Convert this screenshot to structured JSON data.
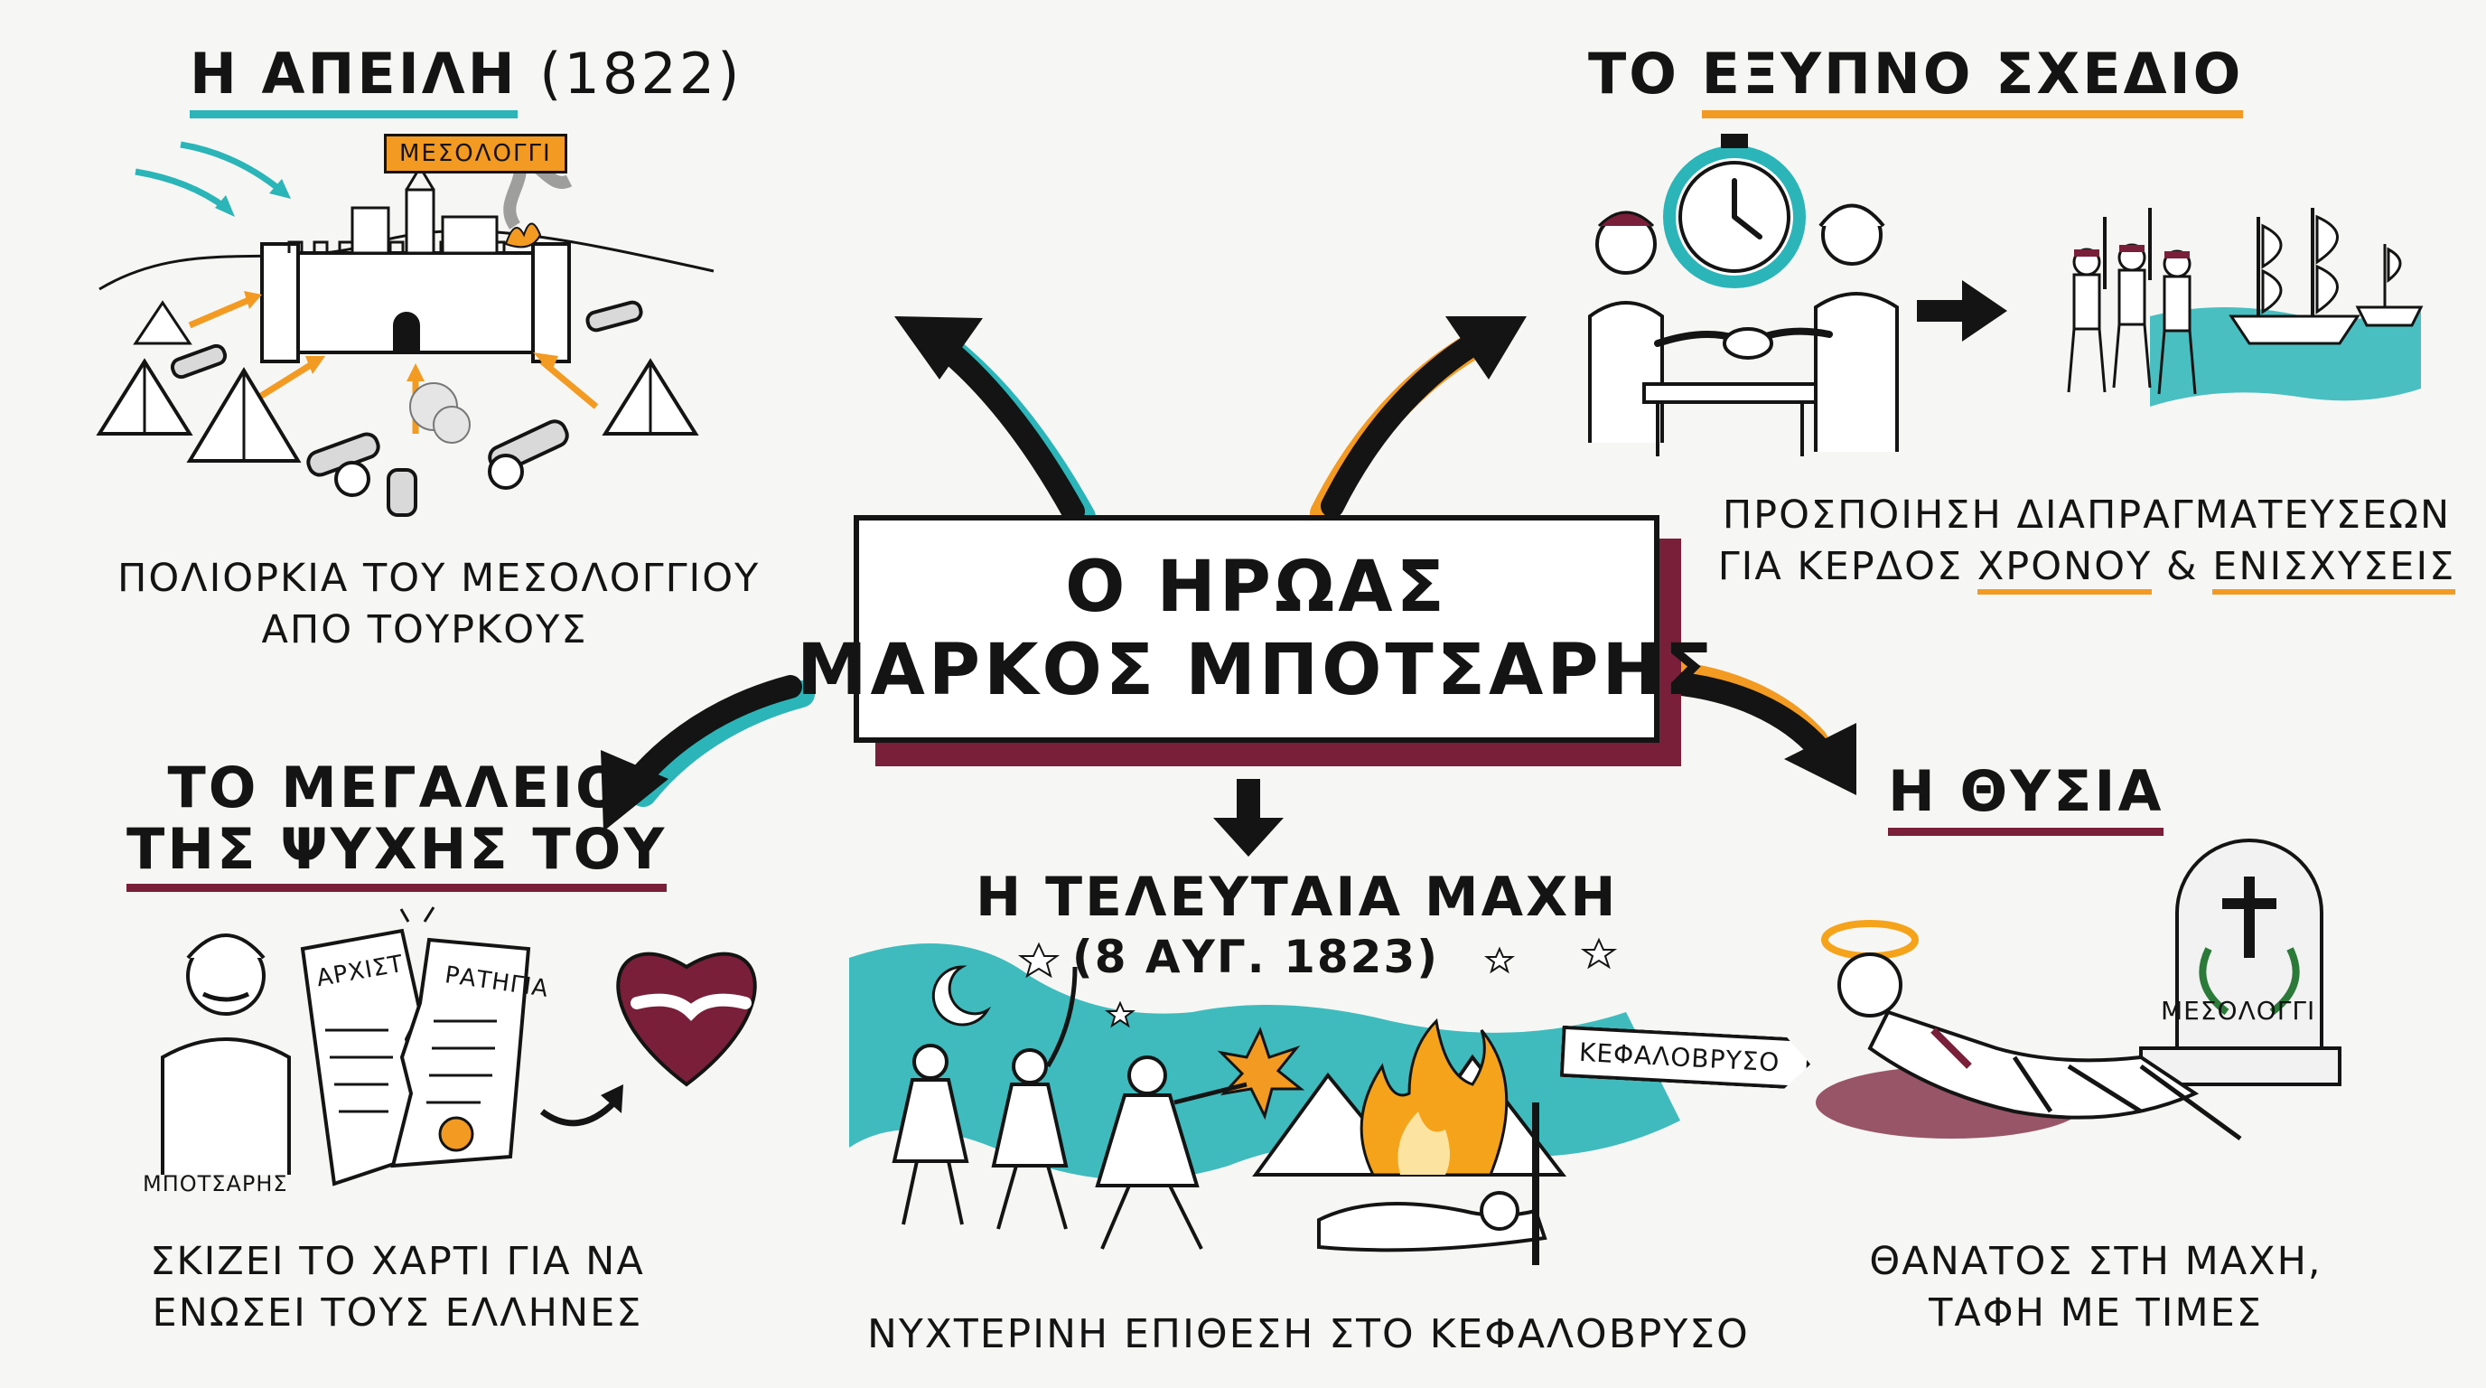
{
  "center": {
    "line1": "Ο ΗΡΩΑΣ",
    "line2": "ΜΑΡΚΟΣ ΜΠΟΤΣΑΡΗΣ"
  },
  "threat": {
    "title_main": "Η ΑΠΕΙΛΗ",
    "title_year": "(1822)",
    "city_label": "ΜΕΣΟΛΟΓΓΙ",
    "caption_1": "ΠΟΛΙΟΡΚΙΑ ΤΟΥ ΜΕΣΟΛΟΓΓΙΟΥ",
    "caption_2": "ΑΠΟ ΤΟΥΡΚΟΥΣ"
  },
  "plan": {
    "title_pre": "ΤΟ",
    "title_main": "ΕΞΥΠΝΟ ΣΧΕΔΙΟ",
    "caption_1": "ΠΡΟΣΠΟΙΗΣΗ ΔΙΑΠΡΑΓΜΑΤΕΥΣΕΩΝ",
    "caption_2_pre": "ΓΙΑ ΚΕΡΔΟΣ",
    "caption_2_a": "ΧΡΟΝΟΥ",
    "caption_2_amp": "&",
    "caption_2_b": "ΕΝΙΣΧΥΣΕΙΣ"
  },
  "greatness": {
    "title_1": "ΤΟ ΜΕΓΑΛΕΙΟ",
    "title_2": "ΤΗΣ ΨΥΧΗΣ ΤΟΥ",
    "paper_left": "ΑΡΧΙΣΤ",
    "paper_right": "ΡΑΤΗΓΙΑ",
    "person_label": "ΜΠΟΤΣΑΡΗΣ",
    "caption_1": "ΣΚΙΖΕΙ ΤΟ ΧΑΡΤΙ ΓΙΑ ΝΑ",
    "caption_2": "ΕΝΩΣΕΙ ΤΟΥΣ ΕΛΛΗΝΕΣ"
  },
  "battle": {
    "title": "Η ΤΕΛΕΥΤΑΙΑ ΜΑΧΗ",
    "date": "(8 ΑΥΓ. 1823)",
    "sign": "ΚΕΦΑΛΟΒΡΥΣΟ",
    "caption": "ΝΥΧΤΕΡΙΝΗ ΕΠΙΘΕΣΗ ΣΤΟ ΚΕΦΑΛΟΒΡΥΣΟ"
  },
  "sacrifice": {
    "title": "Η ΘΥΣΙΑ",
    "tomb_label": "ΜΕΣΟΛΟΓΓΙ",
    "caption_1": "ΘΑΝΑΤΟΣ ΣΤΗ ΜΑΧΗ,",
    "caption_2": "ΤΑΦΗ ΜΕ ΤΙΜΕΣ"
  },
  "colors": {
    "teal": "#2bb5b8",
    "orange": "#f39a23",
    "maroon": "#7a1f3a",
    "ink": "#141414",
    "fire": "#f5a31a"
  },
  "icons": [
    "stopwatch-icon",
    "handshake-icon",
    "heart-icon",
    "cross-icon",
    "halo-icon",
    "moon-icon"
  ]
}
